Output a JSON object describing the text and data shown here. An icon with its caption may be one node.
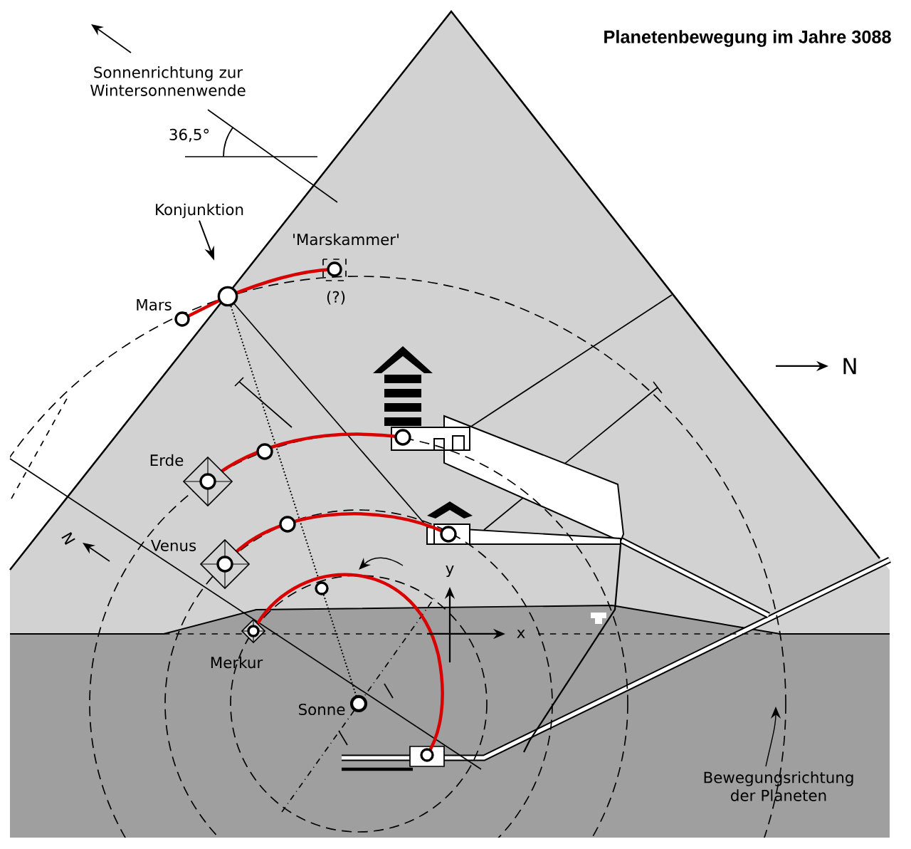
{
  "diagram": {
    "title": "Planetenbewegung im Jahre 3088",
    "nodes": [
      {
        "text": [
          "Konjunktion"
        ]
      },
      {
        "text": [],
        "shape": "circle"
      }
    ],
    "edges": [
      {
        "from": 0,
        "to": 1,
        "arrow": "to"
      }
    ],
    "labels": [
      "Sonnenrichtung zur Wintersonnenwende",
      "36,5°",
      "'Marskammer'",
      "(?)",
      "Mars",
      "N",
      "Erde",
      "N",
      "Venus",
      "y",
      "x",
      "Merkur",
      "Sonne",
      "Bewegungsrichtung der Planeten"
    ]
  }
}
